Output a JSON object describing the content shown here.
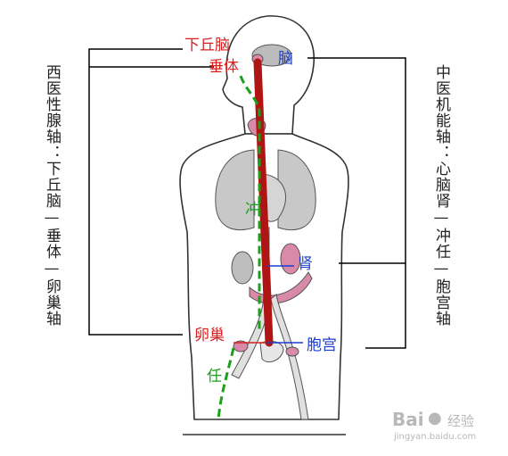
{
  "left_caption": "西医性腺轴：下丘脑—垂体—卵巢轴",
  "right_caption": "中医机能轴：心脑肾—冲任—胞宫轴",
  "labels": {
    "hypothalamus": "下丘脑",
    "pituitary": "垂体",
    "brain": "脑",
    "chong": "冲",
    "kidney": "肾",
    "ovary": "卵巢",
    "uterus": "胞宫",
    "ren": "任"
  },
  "watermark": {
    "brand": "Bai",
    "brand_suffix": "经验",
    "url": "jingyan.baidu.com"
  },
  "colors": {
    "red_label": "#d8201f",
    "blue_label": "#1a3dd0",
    "green_label": "#1aa01a",
    "axis_bar": "#b01515",
    "organ_pink": "#d98aa8"
  }
}
